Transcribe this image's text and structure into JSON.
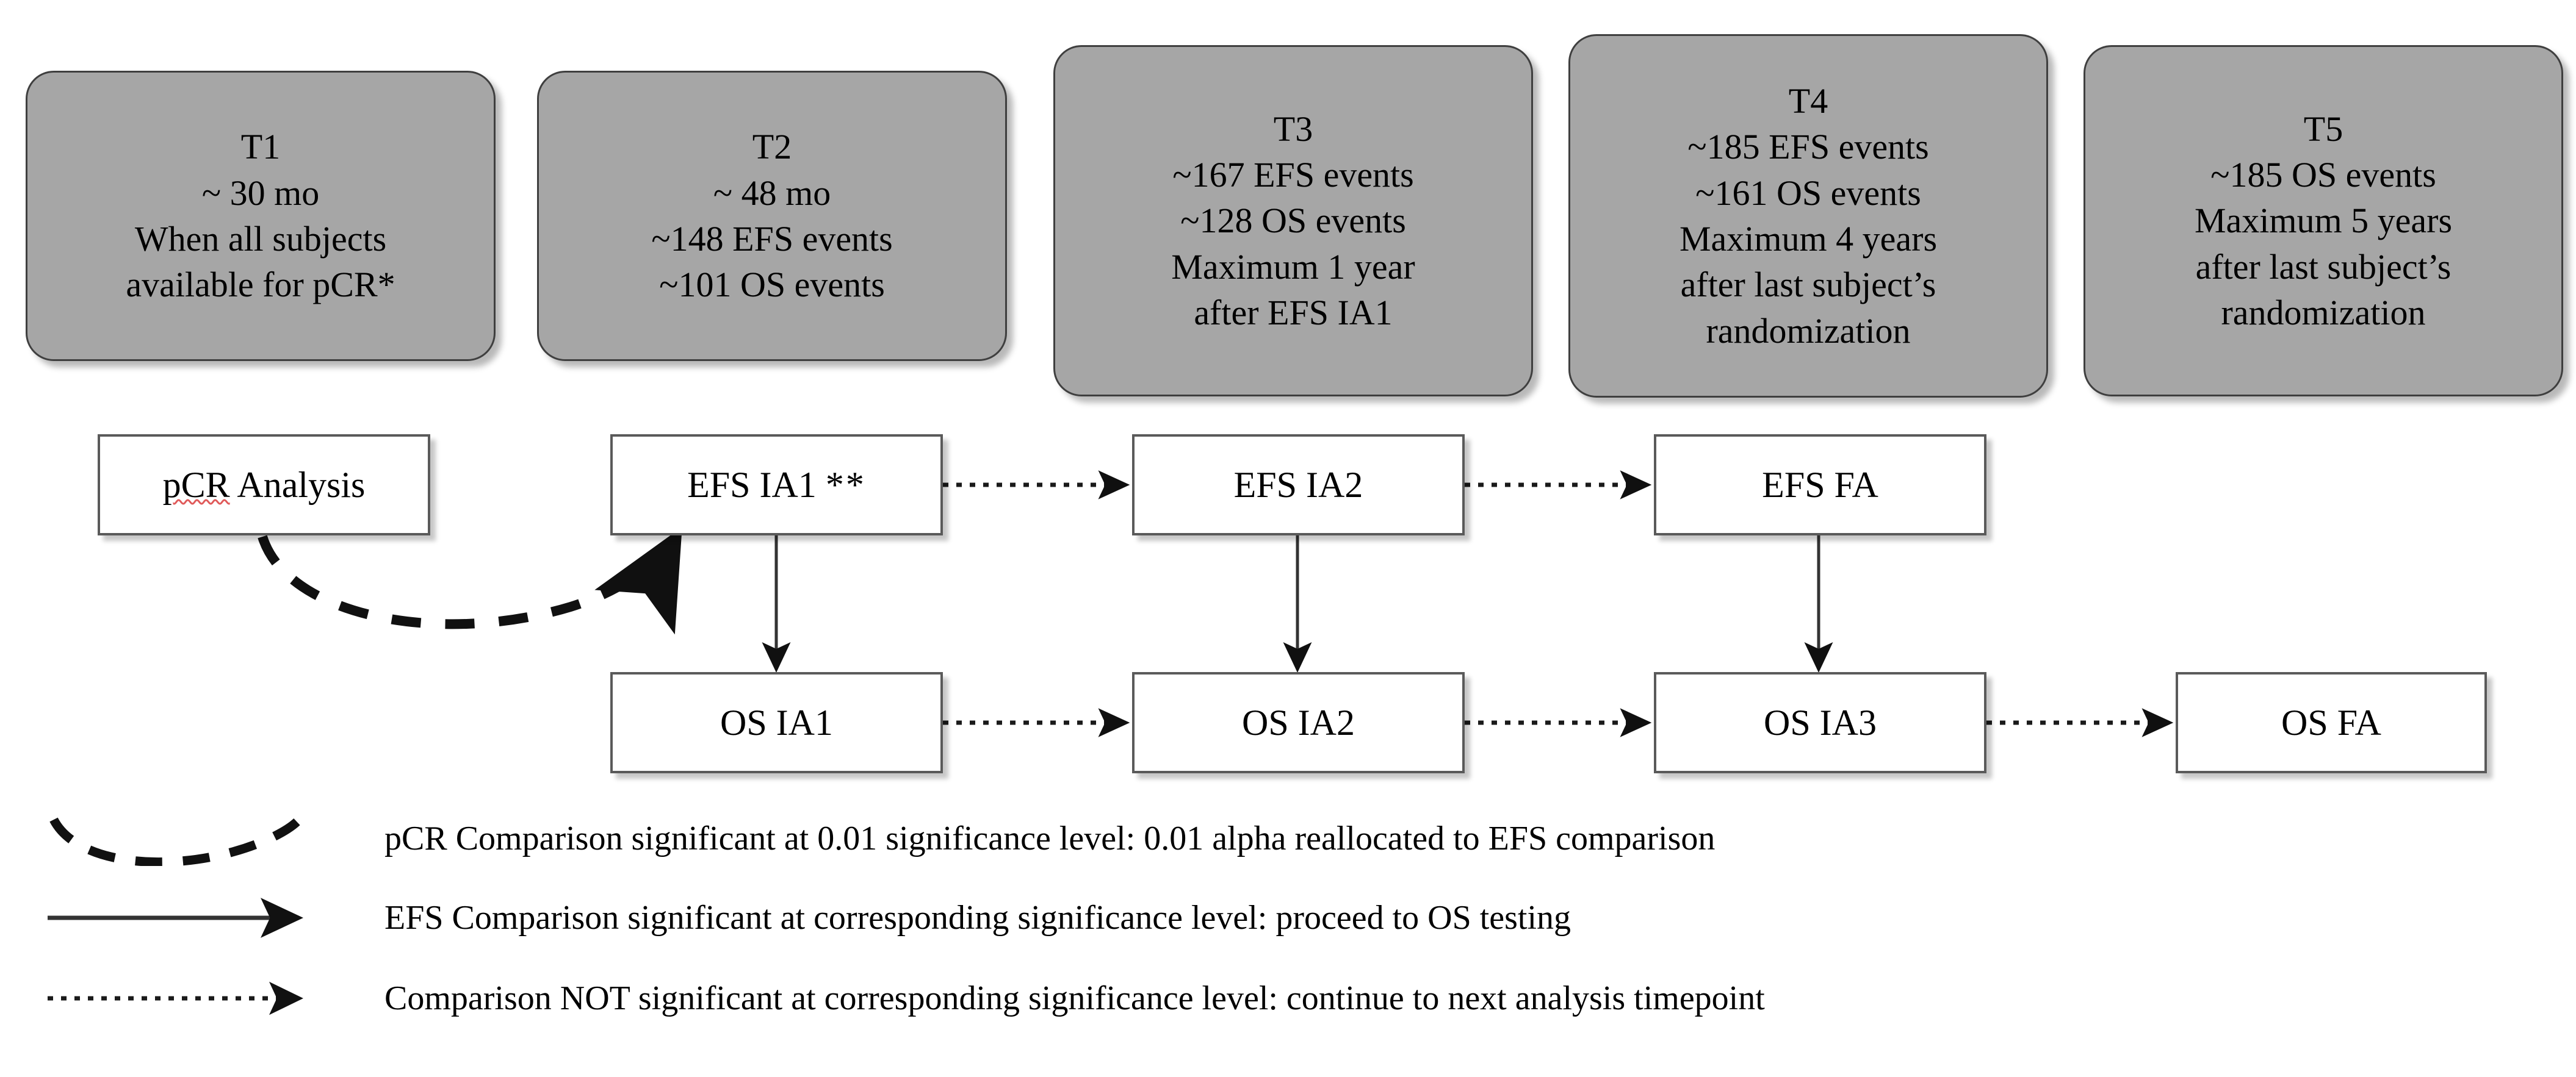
{
  "figure": {
    "title": "Analysis timepoint and multiplicity flow diagram",
    "colors": {
      "timepoint_fill": "#a6a6a6",
      "timepoint_border": "#3f3f3f",
      "analysis_fill": "#ffffff",
      "analysis_border": "#5a5a5a",
      "line": "#1a1a1a",
      "spellcheck_underline": "#e05a5a",
      "background": "#ffffff"
    }
  },
  "timepoints": [
    {
      "id": "T1",
      "label": "T1",
      "lines": [
        "T1",
        "~ 30 mo",
        "When all subjects",
        "available for pCR*"
      ]
    },
    {
      "id": "T2",
      "label": "T2",
      "lines": [
        "T2",
        "~ 48 mo",
        "~148 EFS events",
        "~101 OS events"
      ]
    },
    {
      "id": "T3",
      "label": "T3",
      "lines": [
        "T3",
        "~167 EFS events",
        "~128 OS events",
        "Maximum 1 year",
        "after EFS IA1"
      ]
    },
    {
      "id": "T4",
      "label": "T4",
      "lines": [
        "T4",
        "~185 EFS events",
        "~161 OS events",
        "Maximum 4 years",
        "after last subject’s",
        "randomization"
      ]
    },
    {
      "id": "T5",
      "label": "T5",
      "lines": [
        "T5",
        "~185 OS events",
        "Maximum 5 years",
        "after last subject’s",
        "randomization"
      ]
    }
  ],
  "efs_row": [
    {
      "id": "pcr-analysis",
      "label": "pCR Analysis",
      "spell_part": "pCR",
      "rest_part": " Analysis",
      "stars": ""
    },
    {
      "id": "efs-ia1",
      "label": "EFS IA1 **",
      "base": "EFS IA1",
      "stars": "**"
    },
    {
      "id": "efs-ia2",
      "label": "EFS IA2",
      "base": "EFS IA2",
      "stars": ""
    },
    {
      "id": "efs-fa",
      "label": "EFS FA",
      "base": "EFS FA",
      "stars": ""
    }
  ],
  "os_row": [
    {
      "id": "os-ia1",
      "label": "OS IA1"
    },
    {
      "id": "os-ia2",
      "label": "OS IA2"
    },
    {
      "id": "os-ia3",
      "label": "OS IA3"
    },
    {
      "id": "os-fa",
      "label": "OS FA"
    }
  ],
  "legend": [
    {
      "id": "dashed-curve",
      "style": "dashed-curved-arrow",
      "text": "pCR Comparison significant at 0.01 significance level: 0.01 alpha reallocated to EFS comparison"
    },
    {
      "id": "solid-arrow",
      "style": "solid-arrow",
      "text": "EFS Comparison significant at corresponding significance level: proceed to OS testing"
    },
    {
      "id": "dotted-arrow",
      "style": "dotted-arrow",
      "text": "Comparison NOT significant at corresponding significance level: continue to next analysis timepoint"
    }
  ],
  "chart_data": {
    "type": "diagram",
    "title": "Clinical trial analysis timepoint / multiplicity flow",
    "nodes": [
      {
        "id": "T1",
        "row": "timepoint",
        "col": 0
      },
      {
        "id": "T2",
        "row": "timepoint",
        "col": 1
      },
      {
        "id": "T3",
        "row": "timepoint",
        "col": 2
      },
      {
        "id": "T4",
        "row": "timepoint",
        "col": 3
      },
      {
        "id": "T5",
        "row": "timepoint",
        "col": 4
      },
      {
        "id": "pCR Analysis",
        "row": "efs",
        "col": 0
      },
      {
        "id": "EFS IA1 **",
        "row": "efs",
        "col": 1
      },
      {
        "id": "EFS IA2",
        "row": "efs",
        "col": 2
      },
      {
        "id": "EFS FA",
        "row": "efs",
        "col": 3
      },
      {
        "id": "OS IA1",
        "row": "os",
        "col": 1
      },
      {
        "id": "OS IA2",
        "row": "os",
        "col": 2
      },
      {
        "id": "OS IA3",
        "row": "os",
        "col": 3
      },
      {
        "id": "OS FA",
        "row": "os",
        "col": 4
      }
    ],
    "edges": [
      {
        "from": "pCR Analysis",
        "to": "EFS IA1 **",
        "style": "dashed-curved"
      },
      {
        "from": "EFS IA1 **",
        "to": "EFS IA2",
        "style": "dotted"
      },
      {
        "from": "EFS IA2",
        "to": "EFS FA",
        "style": "dotted"
      },
      {
        "from": "EFS IA1 **",
        "to": "OS IA1",
        "style": "solid"
      },
      {
        "from": "EFS IA2",
        "to": "OS IA2",
        "style": "solid"
      },
      {
        "from": "EFS FA",
        "to": "OS IA3",
        "style": "solid"
      },
      {
        "from": "OS IA1",
        "to": "OS IA2",
        "style": "dotted"
      },
      {
        "from": "OS IA2",
        "to": "OS IA3",
        "style": "dotted"
      },
      {
        "from": "OS IA3",
        "to": "OS FA",
        "style": "dotted"
      }
    ]
  }
}
